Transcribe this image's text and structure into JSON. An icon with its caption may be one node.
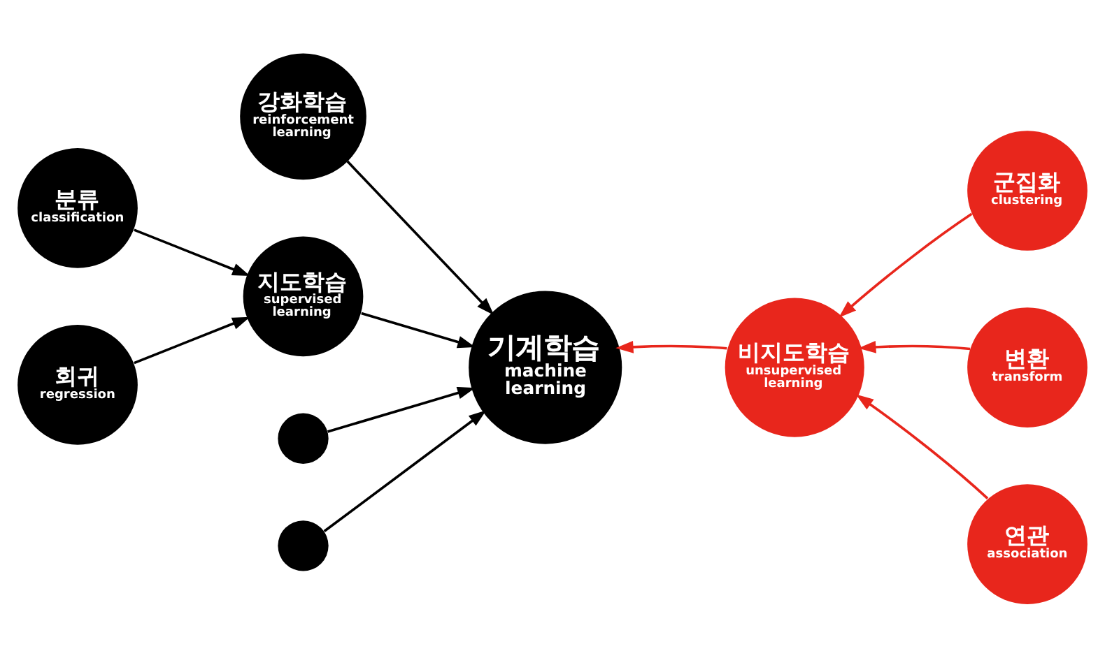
{
  "diagram": {
    "nodes": [
      {
        "text": [
          "강화학습",
          "reinforcement learning"
        ]
      },
      {
        "text": [
          "분류",
          "classification"
        ]
      },
      {
        "text": [
          "지도학습",
          "supervised learning"
        ]
      },
      {
        "text": [
          "기계학습",
          "machine learning"
        ]
      },
      {
        "text": [
          "비지도학습",
          "unsupervised learning"
        ]
      },
      {
        "text": [
          "군집화",
          "clustering"
        ]
      },
      {
        "text": [
          "변환",
          "transform"
        ]
      },
      {
        "text": [
          "회귀",
          "regression"
        ]
      },
      {
        "text": [
          "연관",
          "association"
        ]
      },
      {
        "text": [],
        "shape": "circle"
      },
      {
        "text": [],
        "shape": "circle"
      }
    ],
    "edges": [
      {
        "from": 0,
        "to": 3,
        "arrow": "to"
      },
      {
        "from": 1,
        "to": 2,
        "arrow": "to"
      },
      {
        "from": 7,
        "to": 2,
        "arrow": "to"
      },
      {
        "from": 2,
        "to": 3,
        "arrow": "to"
      },
      {
        "from": 4,
        "to": 3,
        "arrow": "to",
        "color": "#e8261c"
      },
      {
        "from": 5,
        "to": 4,
        "arrow": "to",
        "color": "#e8261c"
      },
      {
        "from": 6,
        "to": 4,
        "arrow": "to",
        "color": "#e8261c"
      },
      {
        "from": 8,
        "to": 4,
        "arrow": "to",
        "color": "#e8261c"
      },
      {
        "from": 9,
        "to": 3,
        "arrow": "to"
      },
      {
        "from": 10,
        "to": 3,
        "arrow": "to"
      }
    ]
  }
}
